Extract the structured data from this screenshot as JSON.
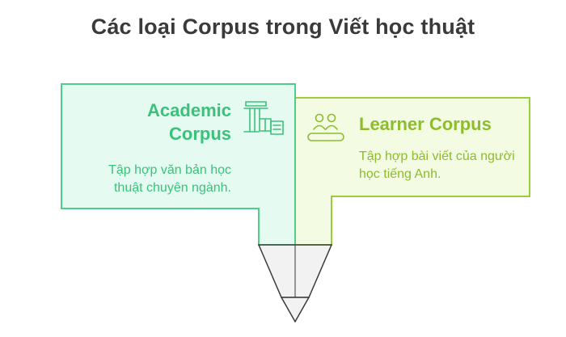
{
  "diagram": {
    "title": "Các loại Corpus trong Viết học thuật",
    "cards": [
      {
        "title": "Academic Corpus",
        "description": "Tập hợp văn bản học thuật chuyên ngành.",
        "icon": "column-book-icon",
        "fill_color": "#e5faf0",
        "stroke_color": "#4ccf89",
        "text_color": "#3cc17c"
      },
      {
        "title": "Learner Corpus",
        "description": "Tập hợp bài viết của người học tiếng Anh.",
        "icon": "people-icon",
        "fill_color": "#f4fbe3",
        "stroke_color": "#9ccb3c",
        "text_color": "#8dbc2c"
      }
    ],
    "pencil_tip": {
      "fill_color": "#f2f2f2",
      "stroke_color": "#3a3a3a"
    }
  }
}
